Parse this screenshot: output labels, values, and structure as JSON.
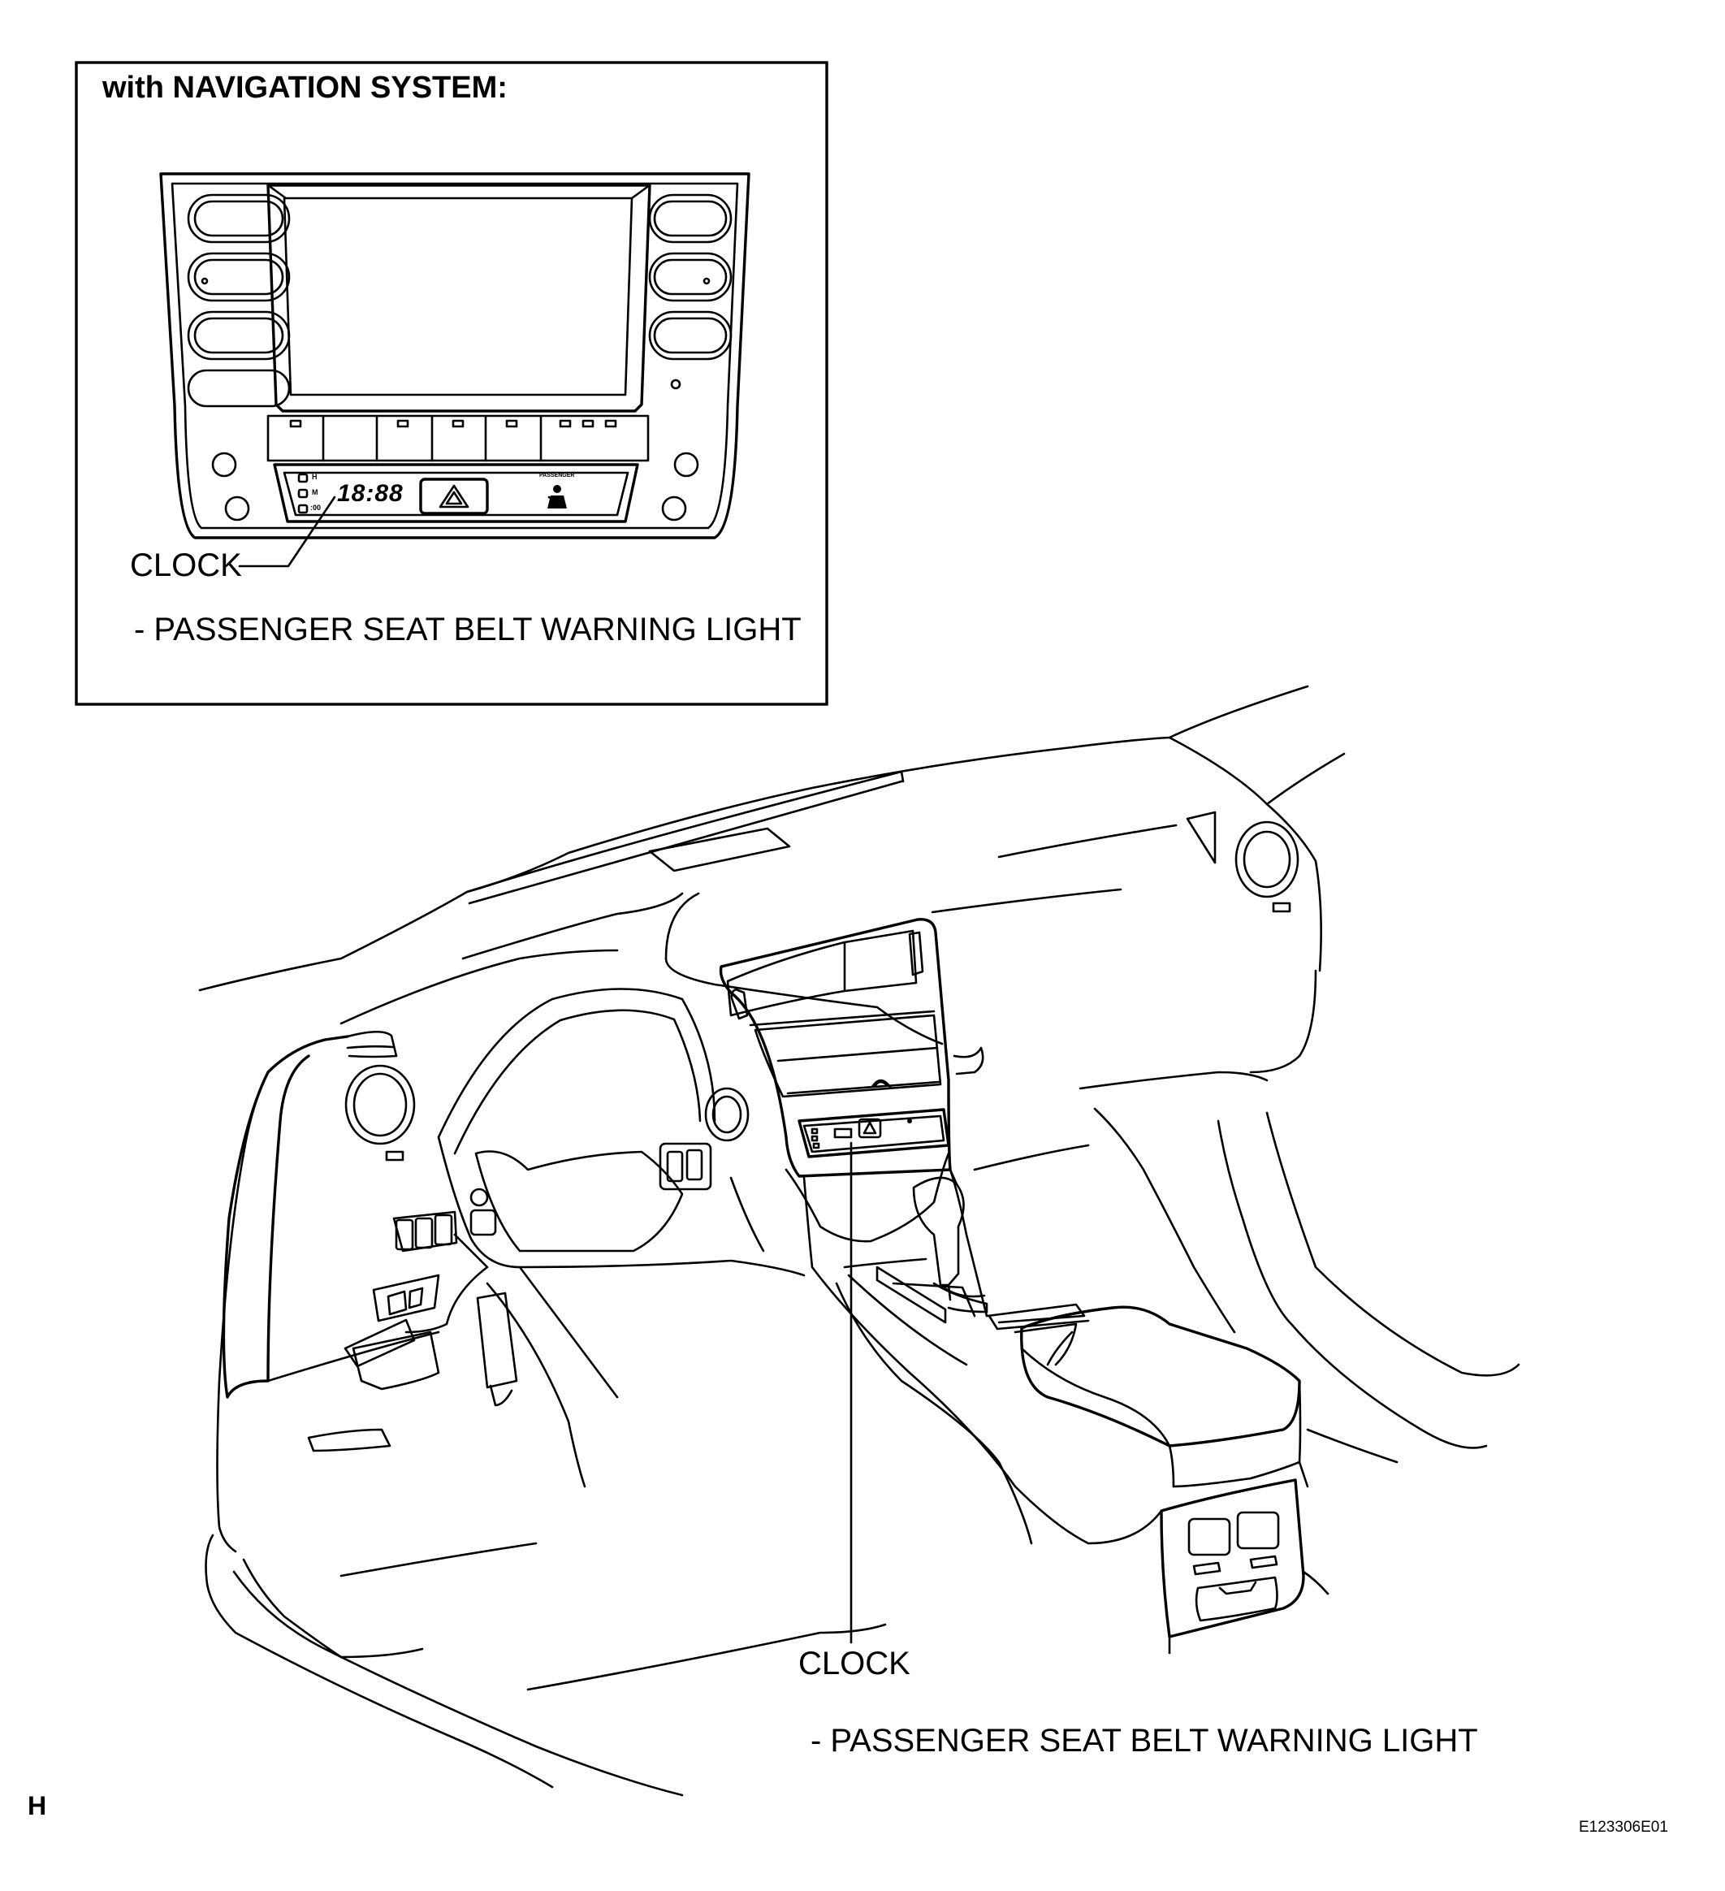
{
  "inset": {
    "title": "with NAVIGATION SYSTEM:",
    "clock_label": "CLOCK",
    "note": "- PASSENGER SEAT BELT WARNING LIGHT",
    "clock_digits": "18:88",
    "indicator_h": "H",
    "indicator_m": "M",
    "indicator_00": ":00",
    "passenger_text": "PASSENGER"
  },
  "main": {
    "clock_label": "CLOCK",
    "note": "- PASSENGER SEAT BELT WARNING LIGHT"
  },
  "footer": {
    "corner_letter": "H",
    "figure_code": "E123306E01"
  }
}
